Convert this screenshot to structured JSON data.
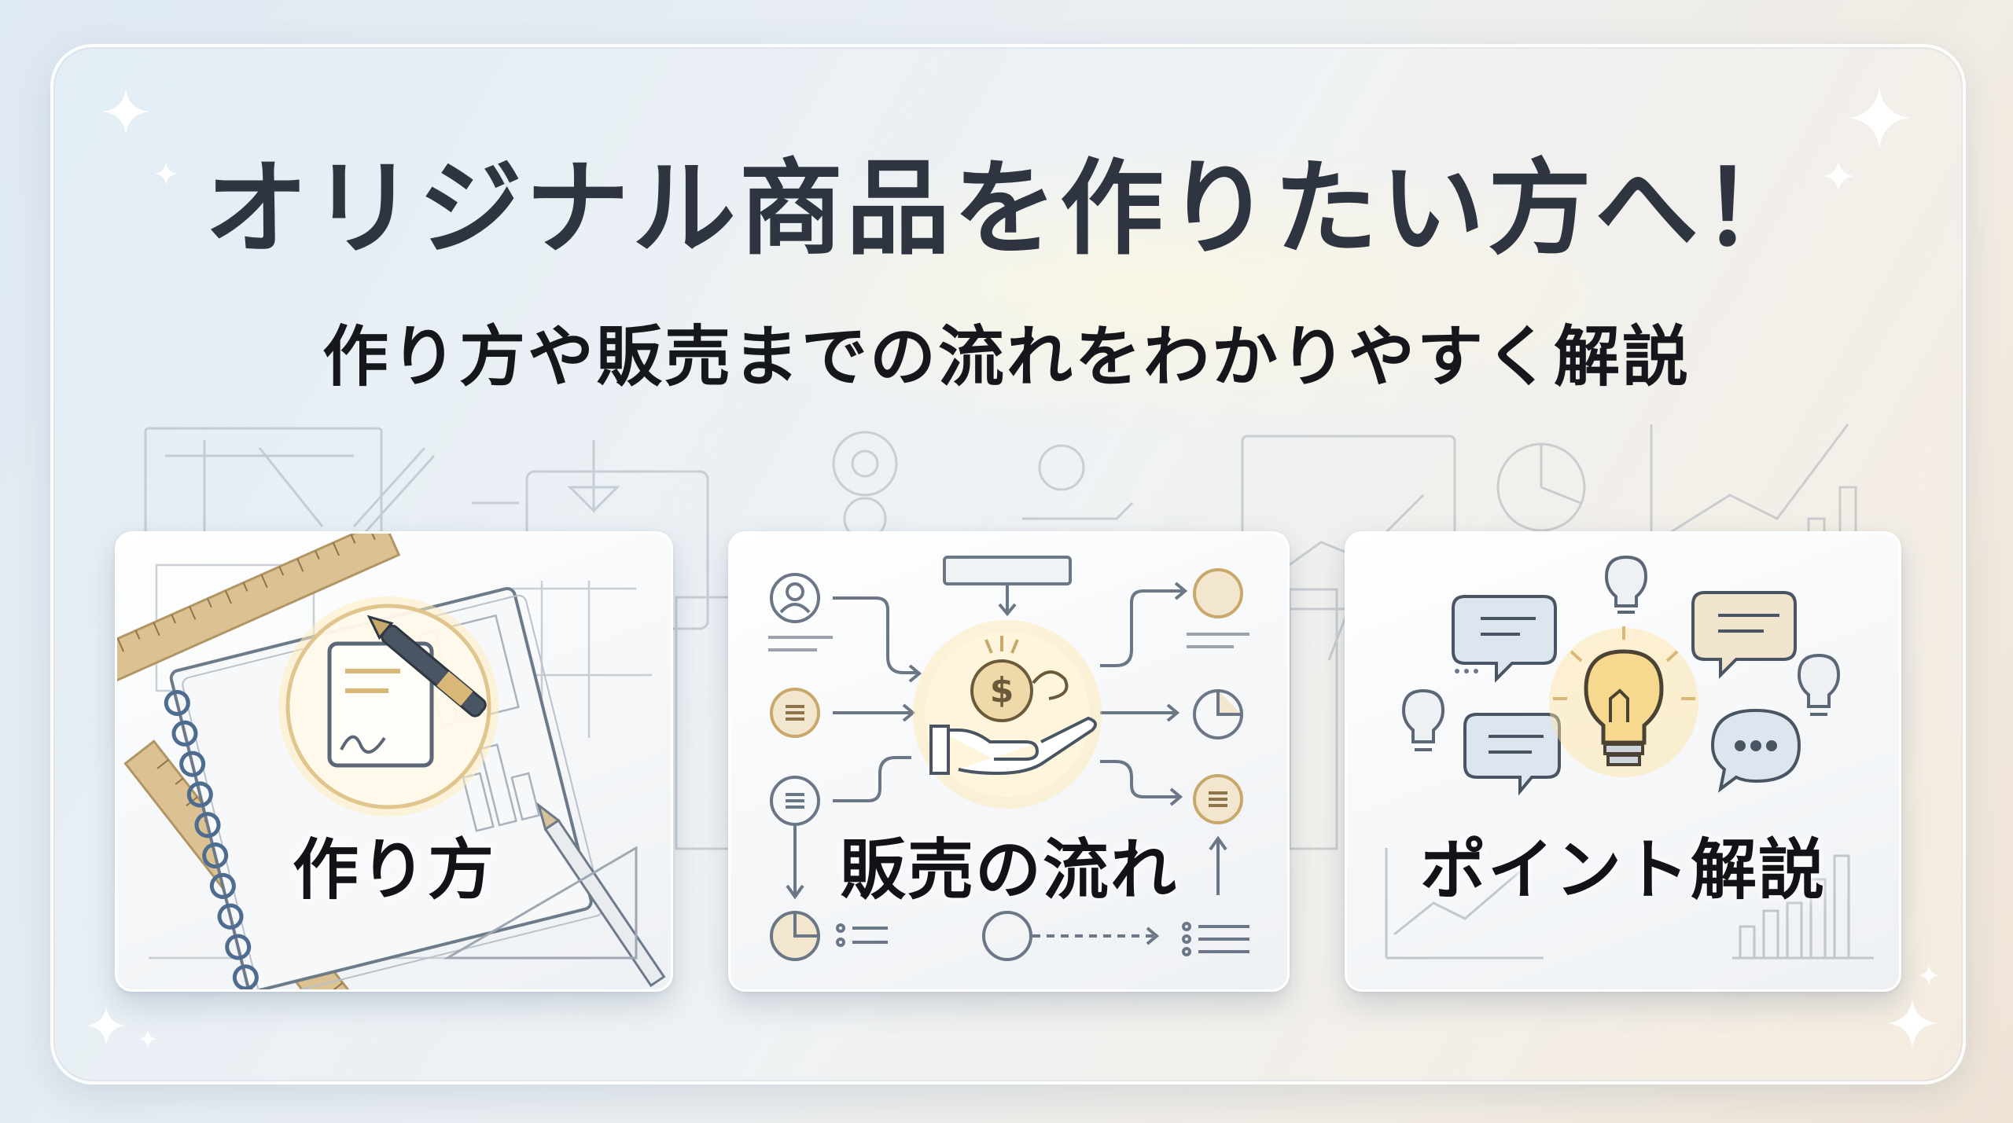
{
  "header": {
    "title": "オリジナル商品を作りたい方へ！",
    "subtitle": "作り方や販売までの流れをわかりやすく解説"
  },
  "cards": [
    {
      "label": "作り方",
      "icon": "notebook-pen-icon"
    },
    {
      "label": "販売の流れ",
      "icon": "coin-hand-icon"
    },
    {
      "label": "ポイント解説",
      "icon": "lightbulb-icon"
    }
  ],
  "colors": {
    "accent_gold": "#d9b877",
    "text_dark": "#2e3440",
    "line_gray": "#9aa3ad"
  }
}
